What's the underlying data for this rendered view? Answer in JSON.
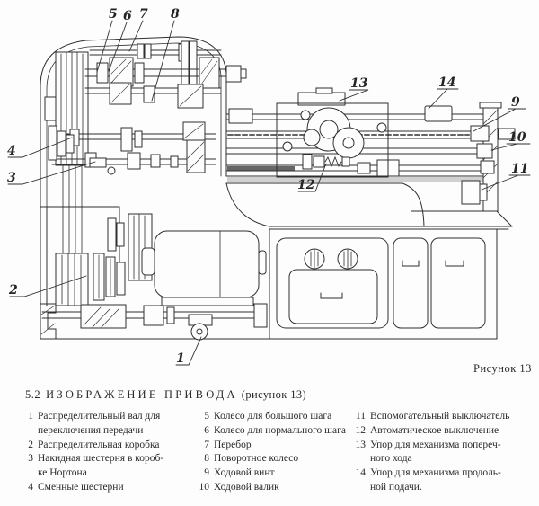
{
  "page": {
    "paper_color": "#fdfdfd",
    "ink_color": "#2a2a2a",
    "line_color": "#2f2f2f",
    "shade_color": "#8f8f8f"
  },
  "figure": {
    "caption": "Рисунок 13",
    "subject": "lathe-drive-diagram",
    "callouts": {
      "c1": "1",
      "c2": "2",
      "c3": "3",
      "c4": "4",
      "c5": "5",
      "c6": "6",
      "c7": "7",
      "c8": "8",
      "c9": "9",
      "c10": "10",
      "c11": "11",
      "c12": "12",
      "c13": "13",
      "c14": "14"
    }
  },
  "section": {
    "heading": {
      "number": "5.2",
      "title": "ИЗОБРАЖЕНИЕ ПРИВОДА",
      "suffix": "(рисунок 13)"
    },
    "legend": {
      "col1": [
        {
          "num": "1",
          "text": "Распределительный вал для\nпереключения передачи"
        },
        {
          "num": "2",
          "text": "Распределительная коробка"
        },
        {
          "num": "3",
          "text": "Накидная шестерня в короб-\nке Нортона"
        },
        {
          "num": "4",
          "text": "Сменные шестерни"
        }
      ],
      "col2": [
        {
          "num": "5",
          "text": "Колесо для большого шага"
        },
        {
          "num": "6",
          "text": "Колесо для нормального шага"
        },
        {
          "num": "7",
          "text": "Перебор"
        },
        {
          "num": "8",
          "text": "Поворотное колесо"
        },
        {
          "num": "9",
          "text": "Ходовой винт"
        },
        {
          "num": "10",
          "text": "Ходовой валик"
        }
      ],
      "col3": [
        {
          "num": "11",
          "text": "Вспомогательный выключатель"
        },
        {
          "num": "12",
          "text": "Автоматическое выключение"
        },
        {
          "num": "13",
          "text": "Упор для механизма попереч-\nного хода"
        },
        {
          "num": "14",
          "text": "Упор для механизма продоль-\nной подачи."
        }
      ]
    }
  }
}
